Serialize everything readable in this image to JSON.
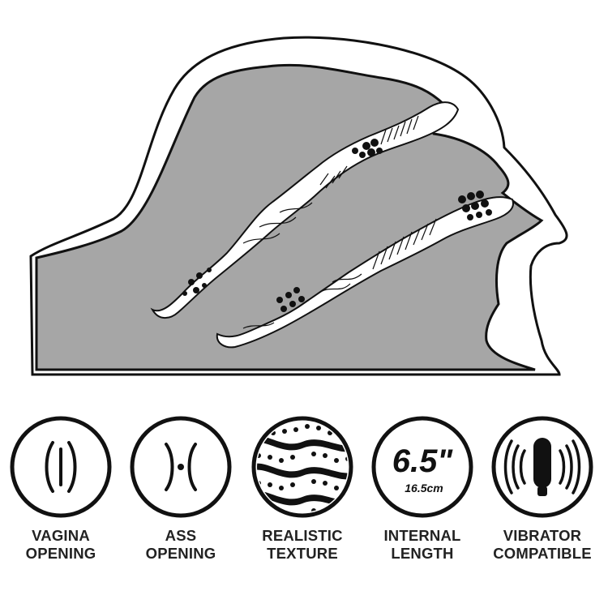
{
  "product": {
    "illustration": "cross-section-cutaway",
    "colors": {
      "body": "#a6a6a6",
      "outline": "#111111",
      "channel": "#ffffff",
      "background": "#ffffff"
    }
  },
  "features": [
    {
      "icon": "vagina-opening-icon",
      "line1": "VAGINA",
      "line2": "OPENING"
    },
    {
      "icon": "ass-opening-icon",
      "line1": "ASS",
      "line2": "OPENING"
    },
    {
      "icon": "realistic-texture-icon",
      "line1": "REALISTIC",
      "line2": "TEXTURE"
    },
    {
      "icon": "internal-length-icon",
      "line1": "INTERNAL",
      "line2": "LENGTH",
      "value_imperial": "6.5\"",
      "value_metric": "16.5cm"
    },
    {
      "icon": "vibrator-compatible-icon",
      "line1": "VIBRATOR",
      "line2": "COMPATIBLE"
    }
  ]
}
